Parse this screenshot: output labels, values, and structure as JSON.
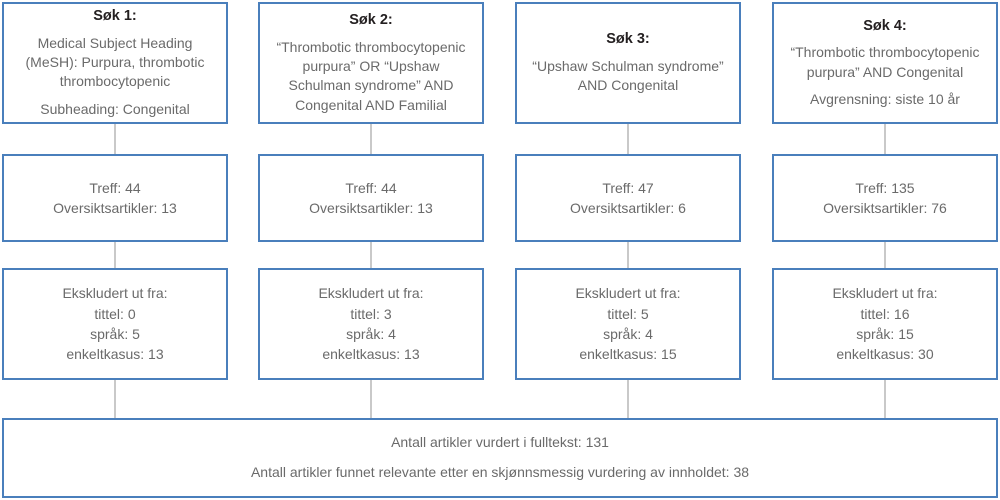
{
  "diagram": {
    "type": "literature-search-flowchart",
    "language": "no",
    "colors": {
      "box_border": "#4a7fbc",
      "connector": "#c9c9c9",
      "title_text": "#231f20",
      "body_text": "#6a6a6a",
      "background": "#ffffff"
    },
    "searches": [
      {
        "title": "Søk 1:",
        "query": "Medical Subject Heading (MeSH): Purpura, thrombotic thrombocytopenic",
        "extra": "Subheading: Congenital",
        "results": {
          "hits_label": "Treff: 44",
          "reviews_label": "Oversiktsartikler: 13"
        },
        "excluded": {
          "heading": "Ekskludert ut fra:",
          "title_line": "tittel: 0",
          "language_line": "språk: 5",
          "case_line": "enkeltkasus: 13"
        }
      },
      {
        "title": "Søk 2:",
        "query": "“Thrombotic thrombocytopenic purpura” OR “Upshaw Schulman syndrome” AND Congenital AND Familial",
        "extra": "",
        "results": {
          "hits_label": "Treff: 44",
          "reviews_label": "Oversiktsartikler: 13"
        },
        "excluded": {
          "heading": "Ekskludert ut fra:",
          "title_line": "tittel: 3",
          "language_line": "språk: 4",
          "case_line": "enkeltkasus: 13"
        }
      },
      {
        "title": "Søk 3:",
        "query": "“Upshaw Schulman syndrome” AND Congenital",
        "extra": "",
        "results": {
          "hits_label": "Treff: 47",
          "reviews_label": "Oversiktsartikler: 6"
        },
        "excluded": {
          "heading": "Ekskludert ut fra:",
          "title_line": "tittel: 5",
          "language_line": "språk: 4",
          "case_line": "enkeltkasus: 15"
        }
      },
      {
        "title": "Søk 4:",
        "query": "“Thrombotic thrombocytopenic purpura” AND Congenital",
        "extra": "Avgrensning: siste 10 år",
        "results": {
          "hits_label": "Treff: 135",
          "reviews_label": "Oversiktsartikler: 76"
        },
        "excluded": {
          "heading": "Ekskludert ut fra:",
          "title_line": "tittel: 16",
          "language_line": "språk: 15",
          "case_line": "enkeltkasus: 30"
        }
      }
    ],
    "summary": {
      "fulltext_line": "Antall artikler vurdert i fulltekst: 131",
      "relevant_line": "Antall artikler funnet relevante etter en skjønnsmessig vurdering av innholdet: 38"
    }
  }
}
